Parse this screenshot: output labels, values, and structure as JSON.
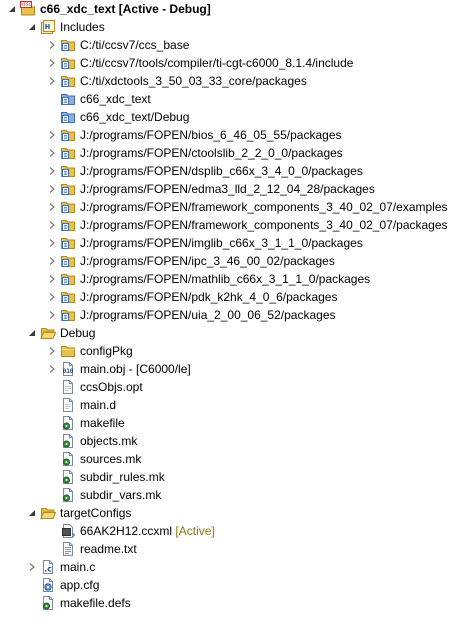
{
  "tree": [
    {
      "label": "c66_xdc_text",
      "decor": "[Active - Debug]",
      "icon": "ccs-project-icon",
      "toggle": "expanded",
      "depth": 0,
      "bold": true
    },
    {
      "label": "Includes",
      "icon": "includes-icon",
      "toggle": "expanded",
      "depth": 1
    },
    {
      "label": "C:/ti/ccsv7/ccs_base",
      "icon": "include-folder-icon",
      "toggle": "collapsed",
      "depth": 2
    },
    {
      "label": "C:/ti/ccsv7/tools/compiler/ti-cgt-c6000_8.1.4/include",
      "icon": "include-folder-icon",
      "toggle": "collapsed",
      "depth": 2
    },
    {
      "label": "C:/ti/xdctools_3_50_03_33_core/packages",
      "icon": "include-folder-icon",
      "toggle": "collapsed",
      "depth": 2
    },
    {
      "label": "c66_xdc_text",
      "icon": "workspace-include-icon",
      "toggle": "none",
      "depth": 2
    },
    {
      "label": "c66_xdc_text/Debug",
      "icon": "workspace-include-icon",
      "toggle": "none",
      "depth": 2
    },
    {
      "label": "J:/programs/FOPEN/bios_6_46_05_55/packages",
      "icon": "include-folder-icon",
      "toggle": "collapsed",
      "depth": 2
    },
    {
      "label": "J:/programs/FOPEN/ctoolslib_2_2_0_0/packages",
      "icon": "include-folder-icon",
      "toggle": "collapsed",
      "depth": 2
    },
    {
      "label": "J:/programs/FOPEN/dsplib_c66x_3_4_0_0/packages",
      "icon": "include-folder-icon",
      "toggle": "collapsed",
      "depth": 2
    },
    {
      "label": "J:/programs/FOPEN/edma3_lld_2_12_04_28/packages",
      "icon": "include-folder-icon",
      "toggle": "collapsed",
      "depth": 2
    },
    {
      "label": "J:/programs/FOPEN/framework_components_3_40_02_07/examples",
      "icon": "include-folder-icon",
      "toggle": "collapsed",
      "depth": 2
    },
    {
      "label": "J:/programs/FOPEN/framework_components_3_40_02_07/packages",
      "icon": "include-folder-icon",
      "toggle": "collapsed",
      "depth": 2
    },
    {
      "label": "J:/programs/FOPEN/imglib_c66x_3_1_1_0/packages",
      "icon": "include-folder-icon",
      "toggle": "collapsed",
      "depth": 2
    },
    {
      "label": "J:/programs/FOPEN/ipc_3_46_00_02/packages",
      "icon": "include-folder-icon",
      "toggle": "collapsed",
      "depth": 2
    },
    {
      "label": "J:/programs/FOPEN/mathlib_c66x_3_1_1_0/packages",
      "icon": "include-folder-icon",
      "toggle": "collapsed",
      "depth": 2
    },
    {
      "label": "J:/programs/FOPEN/pdk_k2hk_4_0_6/packages",
      "icon": "include-folder-icon",
      "toggle": "collapsed",
      "depth": 2
    },
    {
      "label": "J:/programs/FOPEN/uia_2_00_06_52/packages",
      "icon": "include-folder-icon",
      "toggle": "collapsed",
      "depth": 2
    },
    {
      "label": "Debug",
      "icon": "folder-open-icon",
      "toggle": "expanded",
      "depth": 1
    },
    {
      "label": "configPkg",
      "icon": "folder-icon",
      "toggle": "collapsed",
      "depth": 2
    },
    {
      "label": "main.obj - [C6000/le]",
      "icon": "object-file-icon",
      "toggle": "collapsed",
      "depth": 2
    },
    {
      "label": "ccsObjs.opt",
      "icon": "file-icon",
      "toggle": "none",
      "depth": 2
    },
    {
      "label": "main.d",
      "icon": "file-icon",
      "toggle": "none",
      "depth": 2
    },
    {
      "label": "makefile",
      "icon": "makefile-icon",
      "toggle": "none",
      "depth": 2
    },
    {
      "label": "objects.mk",
      "icon": "makefile-icon",
      "toggle": "none",
      "depth": 2
    },
    {
      "label": "sources.mk",
      "icon": "makefile-icon",
      "toggle": "none",
      "depth": 2
    },
    {
      "label": "subdir_rules.mk",
      "icon": "makefile-icon",
      "toggle": "none",
      "depth": 2
    },
    {
      "label": "subdir_vars.mk",
      "icon": "makefile-icon",
      "toggle": "none",
      "depth": 2
    },
    {
      "label": "targetConfigs",
      "icon": "folder-open-icon",
      "toggle": "expanded",
      "depth": 1
    },
    {
      "label": "66AK2H12.ccxml",
      "decor": "[Active]",
      "icon": "ccxml-icon",
      "toggle": "none",
      "depth": 2
    },
    {
      "label": "readme.txt",
      "icon": "text-file-icon",
      "toggle": "none",
      "depth": 2
    },
    {
      "label": "main.c",
      "icon": "c-source-icon",
      "toggle": "collapsed",
      "depth": 1
    },
    {
      "label": "app.cfg",
      "icon": "cfg-file-icon",
      "toggle": "none",
      "depth": 1
    },
    {
      "label": "makefile.defs",
      "icon": "makefile-icon",
      "toggle": "none",
      "depth": 1
    }
  ],
  "colors": {
    "folder": "#e8c04a",
    "folder_edge": "#b38a1e",
    "include_blue": "#3b6fb6",
    "decoration": "#8a7a12",
    "makefile_green": "#2f8f3a"
  }
}
